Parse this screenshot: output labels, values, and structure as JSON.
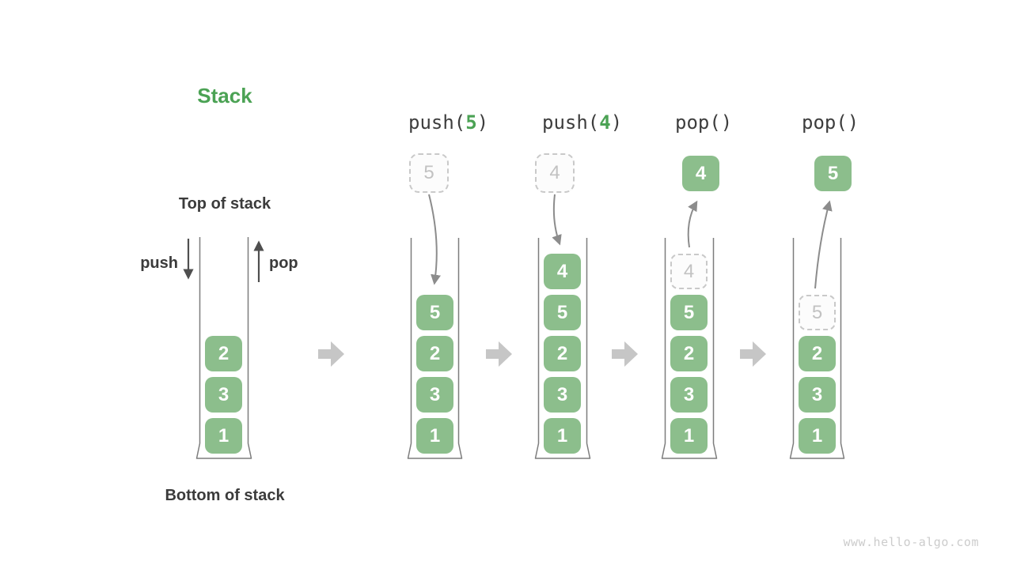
{
  "diagram": {
    "title": "Stack",
    "watermark": "www.hello-algo.com"
  },
  "colors": {
    "title_green": "#4BA254",
    "cell_green": "#8CBE8C",
    "cell_text": "#FFFFFF",
    "ghost_border": "#C9C9C9",
    "ghost_text": "#C2C2C2",
    "label_text": "#3D3D3D",
    "container_stroke": "#7D7D7D",
    "curve_arrow": "#8C8C8C",
    "legend_arrow": "#4F4F4F",
    "block_arrow": "#C6C6C6"
  },
  "legend": {
    "top_label": "Top of stack",
    "bottom_label": "Bottom of stack",
    "push_label": "push",
    "pop_label": "pop",
    "cells": [
      {
        "value": "2"
      },
      {
        "value": "3"
      },
      {
        "value": "1"
      }
    ]
  },
  "steps": [
    {
      "label_prefix": "push(",
      "label_arg": "5",
      "label_suffix": ")",
      "floating": {
        "value": "5",
        "style": "dashed"
      },
      "cells": [
        {
          "value": "5"
        },
        {
          "value": "2"
        },
        {
          "value": "3"
        },
        {
          "value": "1"
        }
      ]
    },
    {
      "label_prefix": "push(",
      "label_arg": "4",
      "label_suffix": ")",
      "floating": {
        "value": "4",
        "style": "dashed"
      },
      "cells": [
        {
          "value": "4"
        },
        {
          "value": "5"
        },
        {
          "value": "2"
        },
        {
          "value": "3"
        },
        {
          "value": "1"
        }
      ]
    },
    {
      "label": "pop()",
      "floating": {
        "value": "4",
        "style": "solid"
      },
      "cells": [
        {
          "value": "4",
          "ghost": true
        },
        {
          "value": "5"
        },
        {
          "value": "2"
        },
        {
          "value": "3"
        },
        {
          "value": "1"
        }
      ]
    },
    {
      "label": "pop()",
      "floating": {
        "value": "5",
        "style": "solid"
      },
      "cells": [
        {
          "value": "5",
          "ghost": true
        },
        {
          "value": "2"
        },
        {
          "value": "3"
        },
        {
          "value": "1"
        }
      ]
    }
  ]
}
